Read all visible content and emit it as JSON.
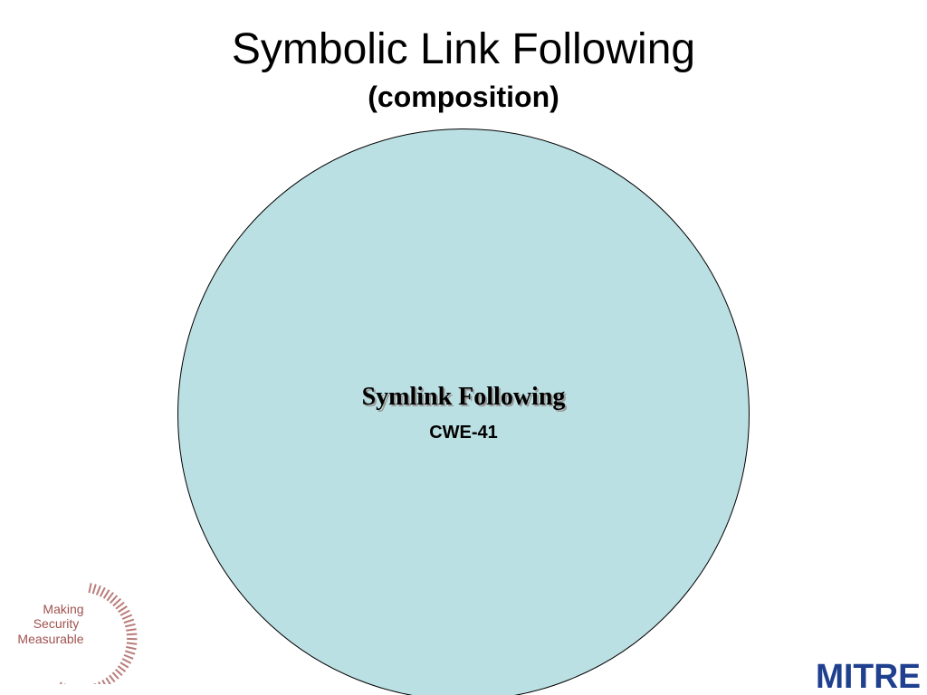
{
  "slide": {
    "title": "Symbolic Link Following",
    "subtitle": "(composition)"
  },
  "diagram": {
    "circle_title": "Symlink Following",
    "circle_sub": "CWE-41",
    "circle_fill": "#bbe0e3",
    "circle_stroke": "#000000"
  },
  "logos": {
    "msm_line1": "Making",
    "msm_line2": "Security",
    "msm_line3": "Measurable",
    "msm_color": "#a0524f",
    "mitre_text": "MITRE",
    "mitre_color": "#1f3f8f"
  }
}
